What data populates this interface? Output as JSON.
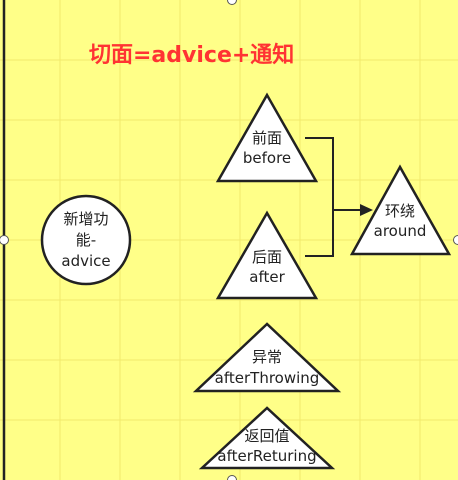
{
  "title": "切面=advice+通知",
  "colors": {
    "background": "#ffff88",
    "title": "#ff3333",
    "stroke": "#222222",
    "shape_fill": "#ffffff"
  },
  "nodes": {
    "new_feature": {
      "line1": "新增功",
      "line2": "能-",
      "line3": "advice"
    },
    "before": {
      "line1": "前面",
      "line2": "before"
    },
    "after": {
      "line1": "后面",
      "line2": "after"
    },
    "around": {
      "line1": "环绕",
      "line2": "around"
    },
    "throwing": {
      "line1": "异常",
      "line2": "afterThrowing"
    },
    "returning": {
      "line1": "返回值",
      "line2": "afterReturing"
    }
  }
}
